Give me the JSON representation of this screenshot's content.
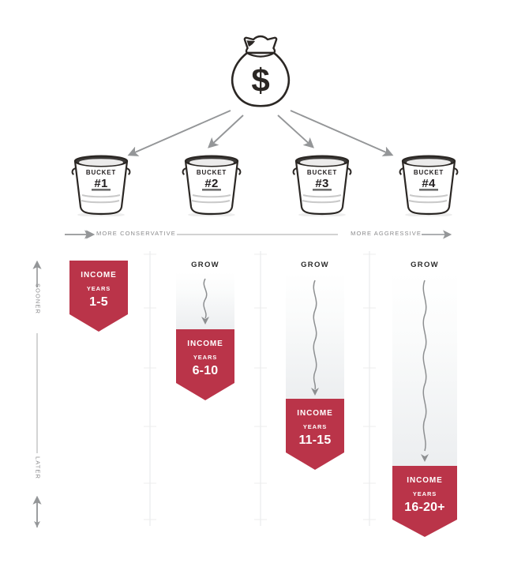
{
  "source": {
    "money_bag": "money-bag-icon"
  },
  "buckets": [
    {
      "label": "BUCKET",
      "number": "#1"
    },
    {
      "label": "BUCKET",
      "number": "#2"
    },
    {
      "label": "BUCKET",
      "number": "#3"
    },
    {
      "label": "BUCKET",
      "number": "#4"
    }
  ],
  "risk_scale": {
    "left_label": "MORE CONSERVATIVE",
    "right_label": "MORE AGGRESSIVE"
  },
  "time_axis": {
    "top_label": "SOONER",
    "bottom_label": "LATER"
  },
  "columns": [
    {
      "grow_label": "",
      "has_grow": false,
      "income_label": "INCOME",
      "years_label": "YEARS",
      "years_range": "1-5"
    },
    {
      "grow_label": "GROW",
      "has_grow": true,
      "income_label": "INCOME",
      "years_label": "YEARS",
      "years_range": "6-10"
    },
    {
      "grow_label": "GROW",
      "has_grow": true,
      "income_label": "INCOME",
      "years_label": "YEARS",
      "years_range": "11-15"
    },
    {
      "grow_label": "GROW",
      "has_grow": true,
      "income_label": "INCOME",
      "years_label": "YEARS",
      "years_range": "16-20+"
    }
  ],
  "colors": {
    "banner_red": "#ba3449",
    "arrow_gray": "#949698",
    "text_dark": "#231f20",
    "axis_gray": "#8a8a8c",
    "grow_bar_top": "#ffffff",
    "grow_bar_bottom": "#eceef0"
  }
}
